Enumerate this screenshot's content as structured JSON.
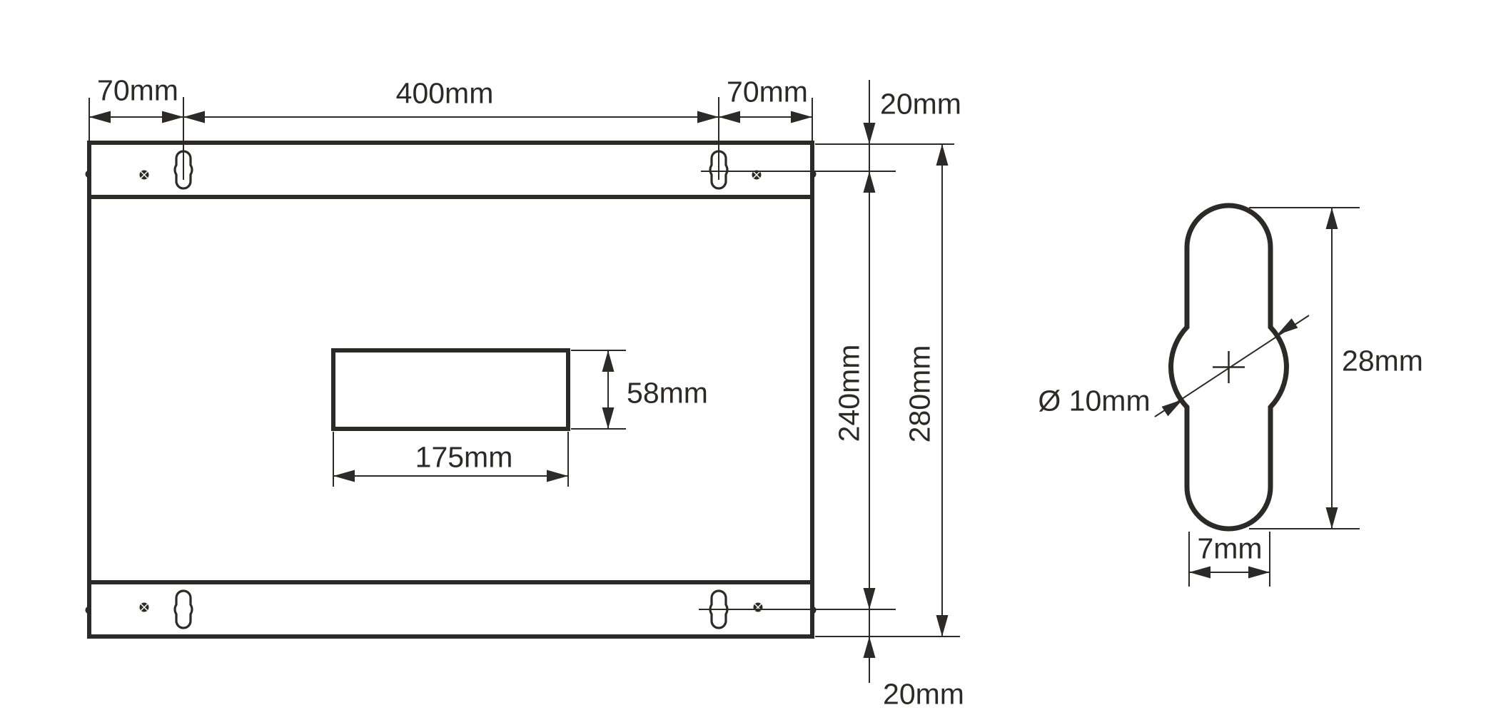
{
  "drawing": {
    "type": "technical-dimension-drawing",
    "ink_color": "#2b2a29",
    "background_color": "#ffffff",
    "main_view": {
      "name": "panel-front-view",
      "labels": {
        "top_left_offset": "70mm",
        "top_span": "400mm",
        "top_right_offset": "70mm",
        "top_edge_to_slots": "20mm",
        "slot_rows_spacing": "240mm",
        "overall_height": "280mm",
        "cutout_height": "58mm",
        "cutout_width": "175mm",
        "bottom_edge_to_slots": "20mm"
      }
    },
    "detail_view": {
      "name": "keyhole-slot-detail",
      "labels": {
        "slot_length": "28mm",
        "hole_diameter": "Ø 10mm",
        "slot_width": "7mm"
      }
    }
  }
}
